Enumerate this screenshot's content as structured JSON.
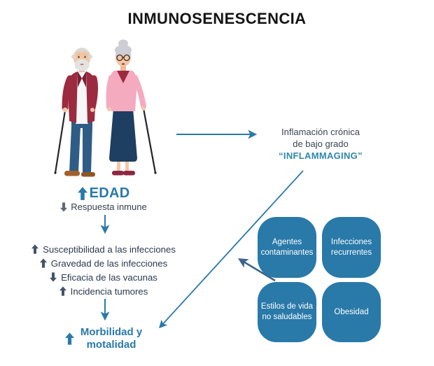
{
  "title": "INMUNOSENESCENCIA",
  "illustration": "elderly-couple-with-canes",
  "inflammaging": {
    "line1": "Inflamación crónica",
    "line2": "de bajo grado",
    "line3": "“INFLAMMAGING”"
  },
  "left_flow": {
    "edad": {
      "arrow": "up",
      "label": "EDAD"
    },
    "respuesta": {
      "arrow": "down",
      "label": "Respuesta inmune"
    },
    "effects": [
      {
        "arrow": "up",
        "label": "Susceptibilidad a las infecciones"
      },
      {
        "arrow": "up",
        "label": "Gravedad de las infecciones"
      },
      {
        "arrow": "down",
        "label": "Eficacia de las vacunas"
      },
      {
        "arrow": "up",
        "label": "Incidencia tumores"
      }
    ],
    "morbilidad": {
      "arrow": "up",
      "line1": "Morbilidad y",
      "line2": "motalidad"
    }
  },
  "factors": [
    {
      "label": "Agentes contaminantes"
    },
    {
      "label": "Infecciones recurrentes"
    },
    {
      "label": "Estilos de vida no saludables"
    },
    {
      "label": "Obesidad"
    }
  ],
  "colors": {
    "accent_blue": "#2979a9",
    "inflammaging_blue": "#2e86ae",
    "box_blue": "#2979a9",
    "dark_text": "#2b3a4d",
    "arrow_slate": "#42536a",
    "arrow_gray": "#5d6b79",
    "title_black": "#141414"
  }
}
